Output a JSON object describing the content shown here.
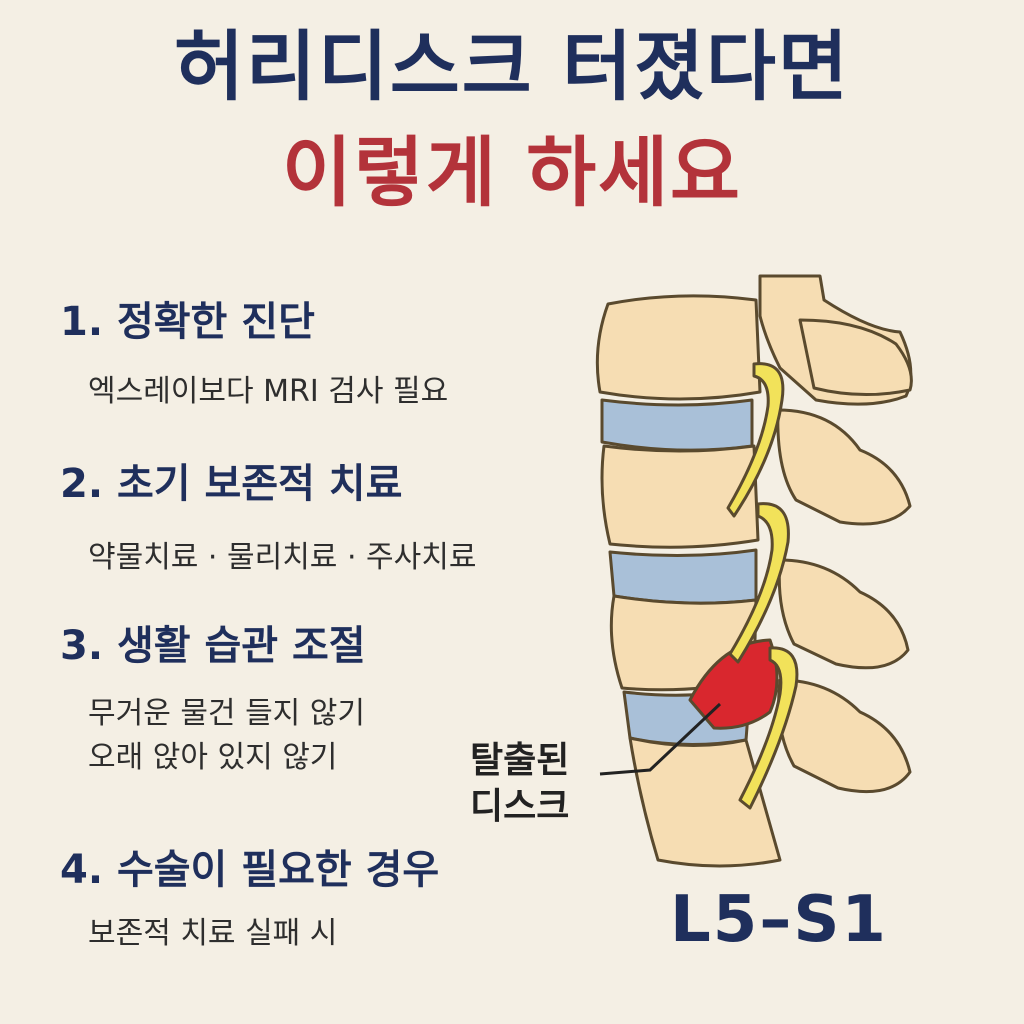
{
  "title": {
    "line1": "허리디스크 터졌다면",
    "line2": "이렇게 하세요"
  },
  "steps": [
    {
      "heading": "1. 정확한 진단",
      "lines": [
        "엑스레이보다 MRI 검사 필요"
      ]
    },
    {
      "heading": "2. 초기 보존적 치료",
      "lines": [
        "약물치료 · 물리치료 · 주사치료"
      ]
    },
    {
      "heading": "3. 생활 습관 조절",
      "lines": [
        "무거운 물건 들지 않기",
        "오래 앉아 있지 않기"
      ]
    },
    {
      "heading": "4. 수술이 필요한 경우",
      "lines": [
        "보존적 치료 실패 시"
      ]
    }
  ],
  "diagram": {
    "label_line1": "탈출된",
    "label_line2": "디스크",
    "level": "L5–S1"
  },
  "colors": {
    "title_navy": "#1f2f5c",
    "title_red": "#b3333a",
    "bone": "#f6ddb3",
    "disc": "#a9c0d8",
    "nerve": "#f2e25a",
    "herniation": "#d9272e"
  }
}
